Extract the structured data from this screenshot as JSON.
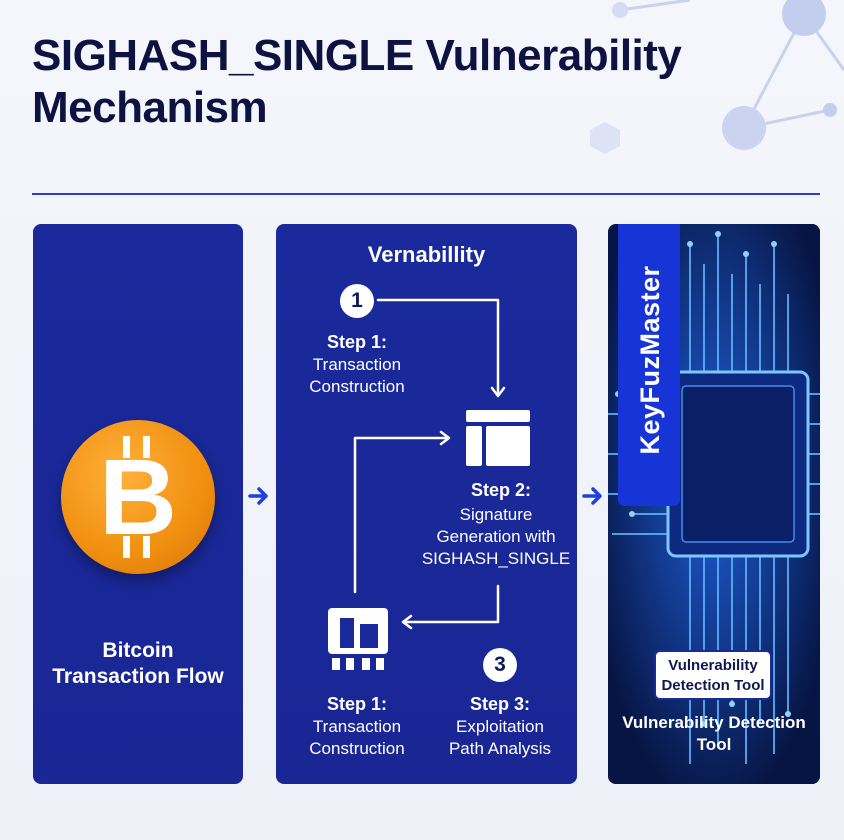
{
  "title": "SIGHASH_SINGLE Vulnerability Mechanism",
  "left_panel": {
    "icon": "bitcoin-icon",
    "symbol": "B",
    "label_line1": "Bitcoin",
    "label_line2": "Transaction Flow",
    "coin_color": "#f7931a"
  },
  "middle_panel": {
    "title": "Vernabillity",
    "steps": [
      {
        "badge": "1",
        "head": "Step 1:",
        "line1": "Transaction",
        "line2": "Construction"
      },
      {
        "head": "Step 2:",
        "line1": "Signature",
        "line2": "Generation with",
        "line3": "SIGHASH_SINGLE"
      },
      {
        "head": "Step 1:",
        "line1": "Transaction",
        "line2": "Construction"
      },
      {
        "badge": "3",
        "head": "Step 3:",
        "line1": "Exploitation",
        "line2": "Path Analysis"
      }
    ]
  },
  "right_panel": {
    "brand": "KeyFuzMaster",
    "tool_box_line1": "Vulnerability",
    "tool_box_line2": "Detection Tool",
    "caption_line1": "Vulnerability Detection",
    "caption_line2": "Tool"
  },
  "colors": {
    "panel": "#1a2a9c",
    "accent": "#1735d6",
    "title": "#0d1240",
    "arrow": "#1f3fe0"
  }
}
